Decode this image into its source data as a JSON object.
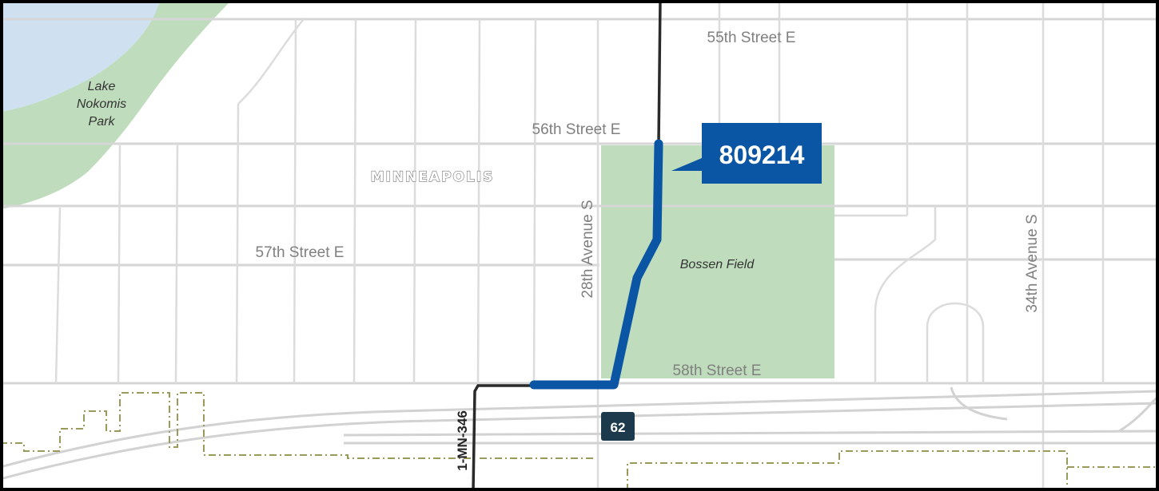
{
  "colors": {
    "water": "#cfe0f0",
    "park": "#bfdcbc",
    "segment_highlight": "#0b56a4",
    "shield": "#1c3a4c"
  },
  "labels": {
    "lake_park_line1": "Lake",
    "lake_park_line2": "Nokomis",
    "lake_park_line3": "Park",
    "city": "MINNEAPOLIS",
    "park_field": "Bossen Field",
    "street_55th": "55th Street E",
    "street_56th": "56th Street E",
    "street_57th": "57th Street E",
    "street_58th": "58th Street E",
    "avenue_28th": "28th Avenue S",
    "avenue_34th": "34th Avenue S",
    "route_id": "1-MN-346",
    "segment_callout": "809214",
    "highway_shield": "62"
  }
}
